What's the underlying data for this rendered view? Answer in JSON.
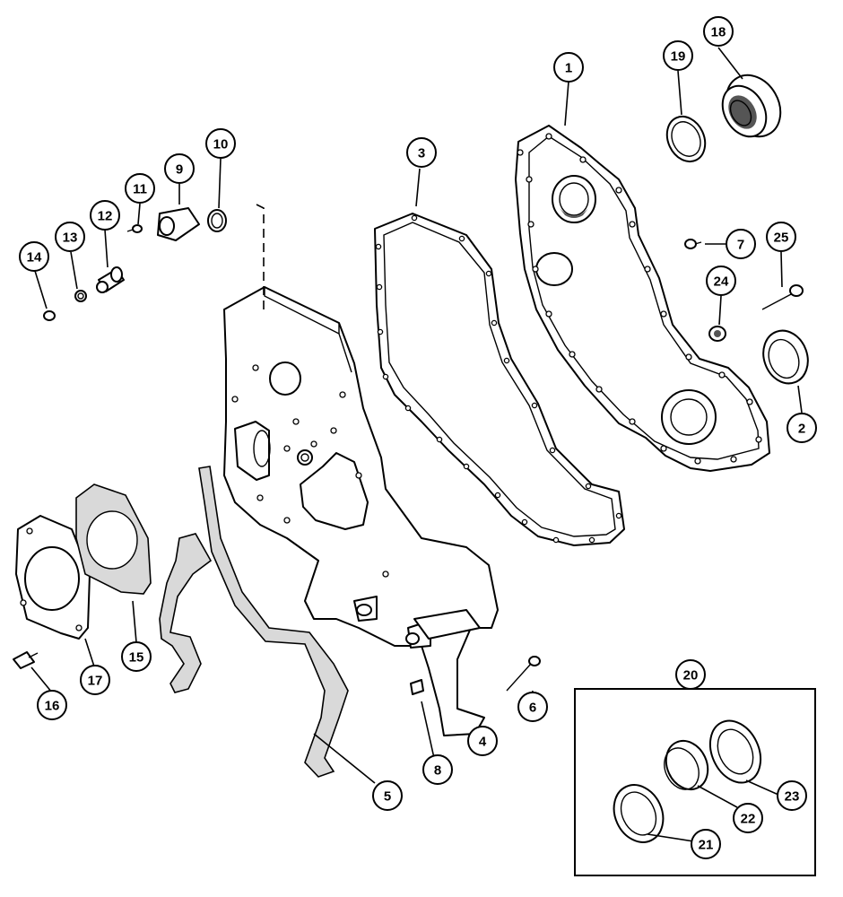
{
  "diagram": {
    "callouts": [
      {
        "id": "1",
        "label": "1"
      },
      {
        "id": "2",
        "label": "2"
      },
      {
        "id": "3",
        "label": "3"
      },
      {
        "id": "4",
        "label": "4"
      },
      {
        "id": "5",
        "label": "5"
      },
      {
        "id": "6",
        "label": "6"
      },
      {
        "id": "7",
        "label": "7"
      },
      {
        "id": "8",
        "label": "8"
      },
      {
        "id": "9",
        "label": "9"
      },
      {
        "id": "10",
        "label": "10"
      },
      {
        "id": "11",
        "label": "11"
      },
      {
        "id": "12",
        "label": "12"
      },
      {
        "id": "13",
        "label": "13"
      },
      {
        "id": "14",
        "label": "14"
      },
      {
        "id": "15",
        "label": "15"
      },
      {
        "id": "16",
        "label": "16"
      },
      {
        "id": "17",
        "label": "17"
      },
      {
        "id": "18",
        "label": "18"
      },
      {
        "id": "19",
        "label": "19"
      },
      {
        "id": "20",
        "label": "20"
      },
      {
        "id": "21",
        "label": "21"
      },
      {
        "id": "22",
        "label": "22"
      },
      {
        "id": "23",
        "label": "23"
      },
      {
        "id": "24",
        "label": "24"
      },
      {
        "id": "25",
        "label": "25"
      }
    ],
    "kit_label": "20"
  }
}
